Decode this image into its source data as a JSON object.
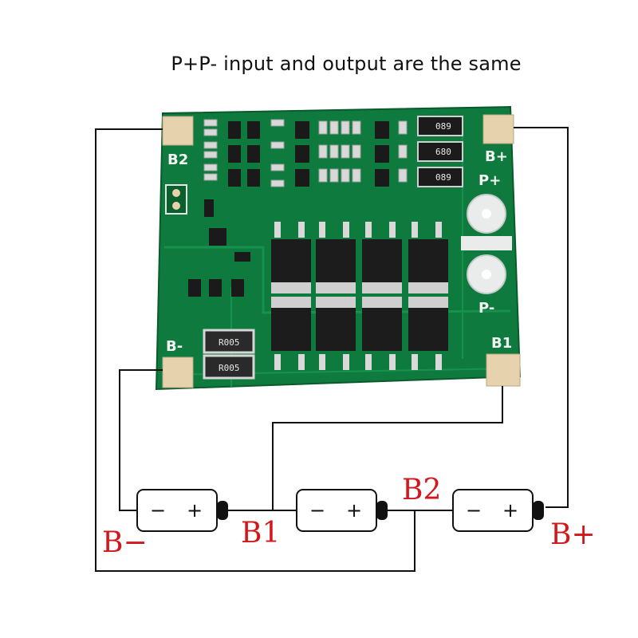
{
  "caption": "P+P- input and output are the same",
  "board": {
    "pad_labels": {
      "b2": "B2",
      "b_plus": "B+",
      "p_plus": "P+",
      "p_minus": "P-",
      "b_minus": "B-",
      "b1": "B1"
    },
    "resistor_codes": [
      "089",
      "680",
      "089"
    ],
    "shunt_codes": [
      "R005",
      "R005"
    ]
  },
  "wiring_labels": {
    "b_minus": "B−",
    "b1": "B1",
    "b2": "B2",
    "b_plus": "B+"
  },
  "cell_symbols": {
    "minus": "−",
    "plus": "+"
  },
  "colors": {
    "pcb_green": "#0f7a3e",
    "pad_gold": "#e6d2ad",
    "label_red": "#d3161b",
    "wire_black": "#111111"
  }
}
